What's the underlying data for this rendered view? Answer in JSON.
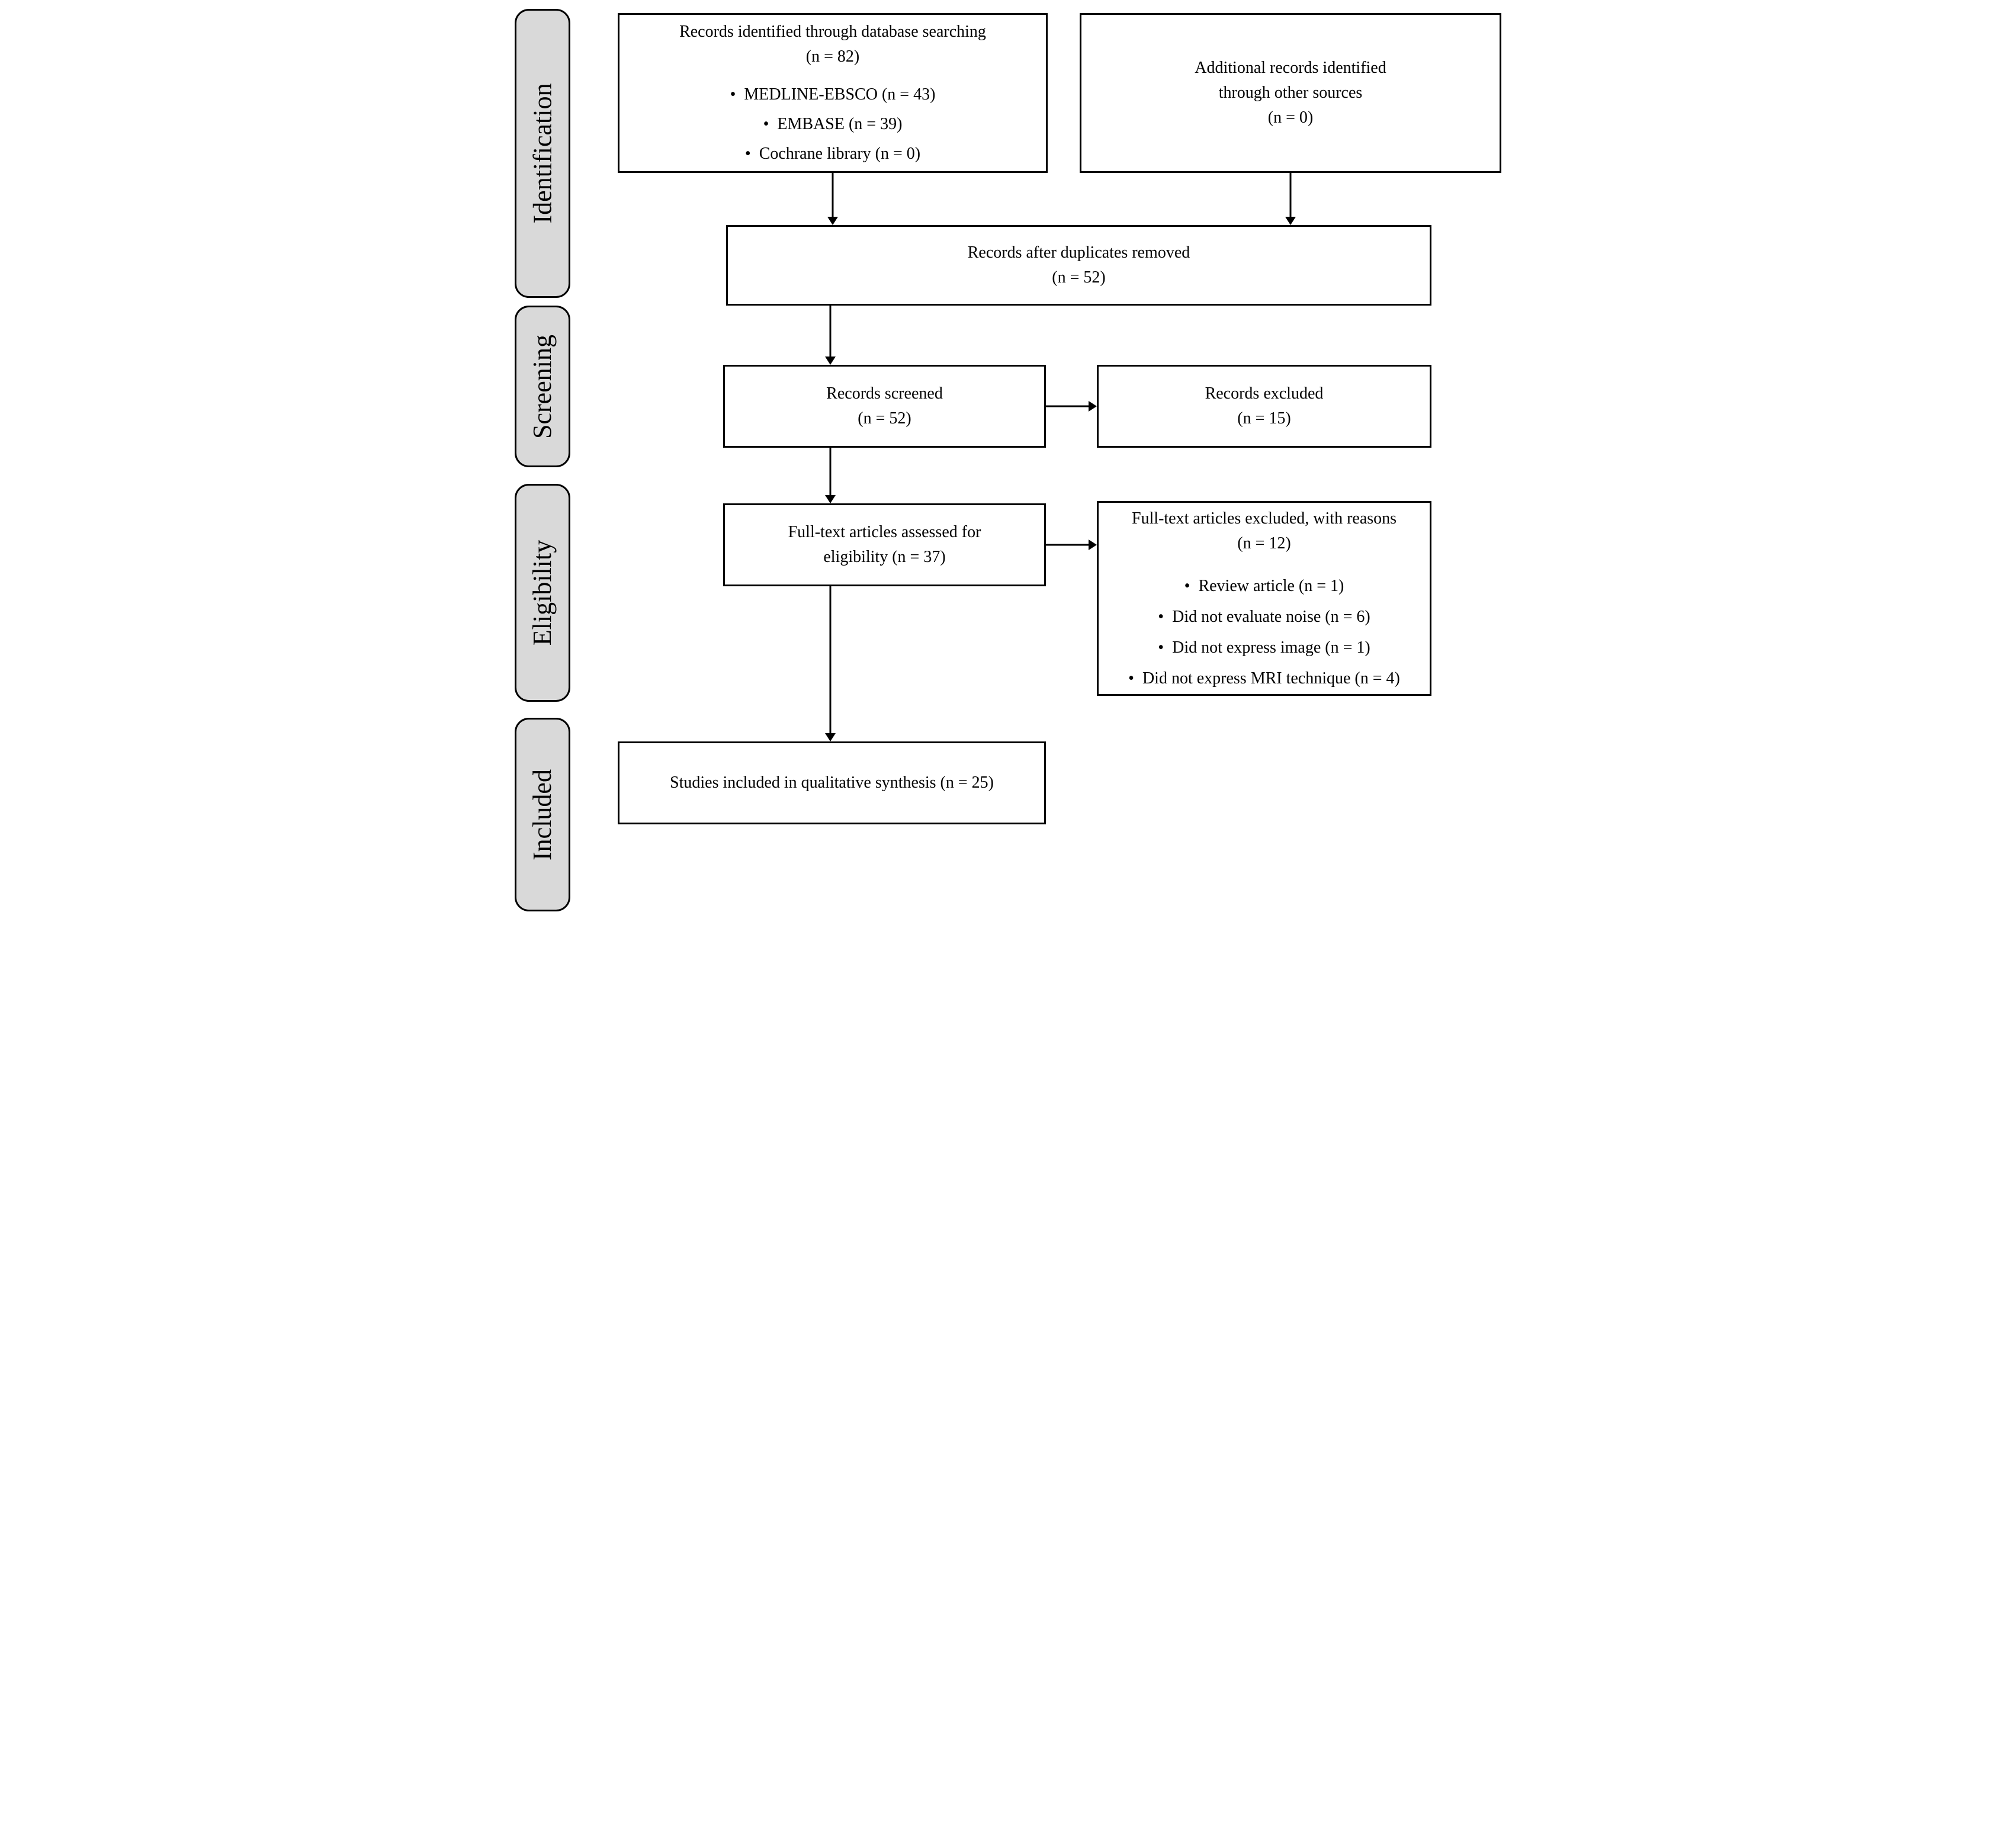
{
  "diagram_title": "PRISMA study selection flow diagram",
  "colors": {
    "background": "#ffffff",
    "box_fill": "#ffffff",
    "stage_fill": "#d9d9d9",
    "border": "#000000",
    "text": "#000000"
  },
  "sidebar": {
    "stages": [
      "Identification",
      "Screening",
      "Eligibility",
      "Included"
    ]
  },
  "boxes": {
    "records_identified": {
      "title": "Records identified through database searching",
      "count": "(n = 82)",
      "bullets": [
        "MEDLINE-EBSCO (n = 43)",
        "EMBASE (n = 39)",
        "Cochrane library (n = 0)"
      ]
    },
    "additional_records": {
      "title": "Additional records identified through other sources",
      "count": "(n = 0)"
    },
    "duplicates_removed": {
      "title": "Records after duplicates removed",
      "count": "(n = 52)"
    },
    "records_screened": {
      "title": "Records screened",
      "count": "(n = 52)"
    },
    "records_excluded": {
      "title": "Records excluded",
      "count": "(n = 15)"
    },
    "fulltext_assessed": {
      "title": "Full-text articles assessed for eligibility (n = 37)"
    },
    "fulltext_excluded": {
      "title": "Full-text articles excluded, with reasons (n = 12)",
      "bullets": [
        "Review article (n = 1)",
        "Did not evaluate noise (n = 6)",
        "Did not express image (n = 1)",
        "Did not express MRI technique (n = 4)"
      ]
    },
    "studies_included": {
      "title": "Studies included in qualitative synthesis (n = 25)"
    }
  }
}
